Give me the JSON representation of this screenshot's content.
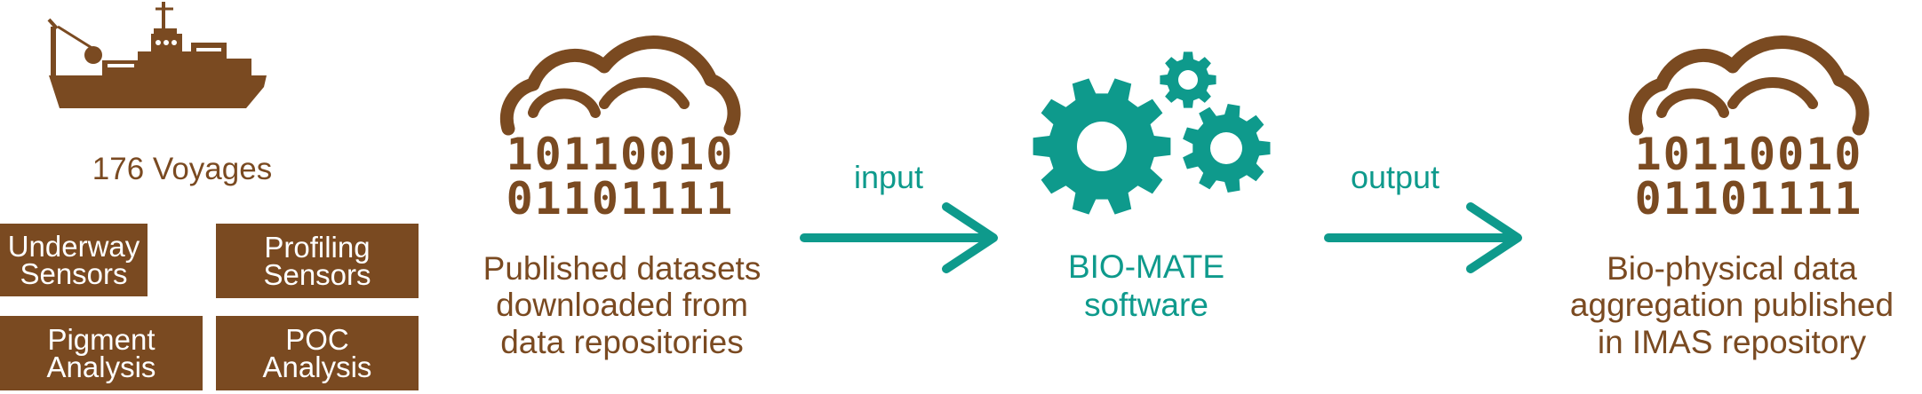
{
  "colors": {
    "brown": "#7a4a21",
    "teal": "#0e9a8c"
  },
  "voyages": {
    "icon": "ship-icon",
    "label": "176 Voyages"
  },
  "sensor_boxes": [
    {
      "label": "Underway\nSensors"
    },
    {
      "label": "Profiling\nSensors"
    },
    {
      "label": "Pigment\nAnalysis"
    },
    {
      "label": "POC\nAnalysis"
    }
  ],
  "source": {
    "icon": "cloud-data-icon",
    "binary_line1": "10110010",
    "binary_line2": "01101111",
    "caption": "Published datasets\ndownloaded from\ndata repositories"
  },
  "arrow_in": {
    "label": "input"
  },
  "software": {
    "icon": "gears-icon",
    "caption": "BIO-MATE\nsoftware"
  },
  "arrow_out": {
    "label": "output"
  },
  "result": {
    "icon": "cloud-data-icon",
    "binary_line1": "10110010",
    "binary_line2": "01101111",
    "caption": "Bio-physical data\naggregation published\nin IMAS repository"
  }
}
